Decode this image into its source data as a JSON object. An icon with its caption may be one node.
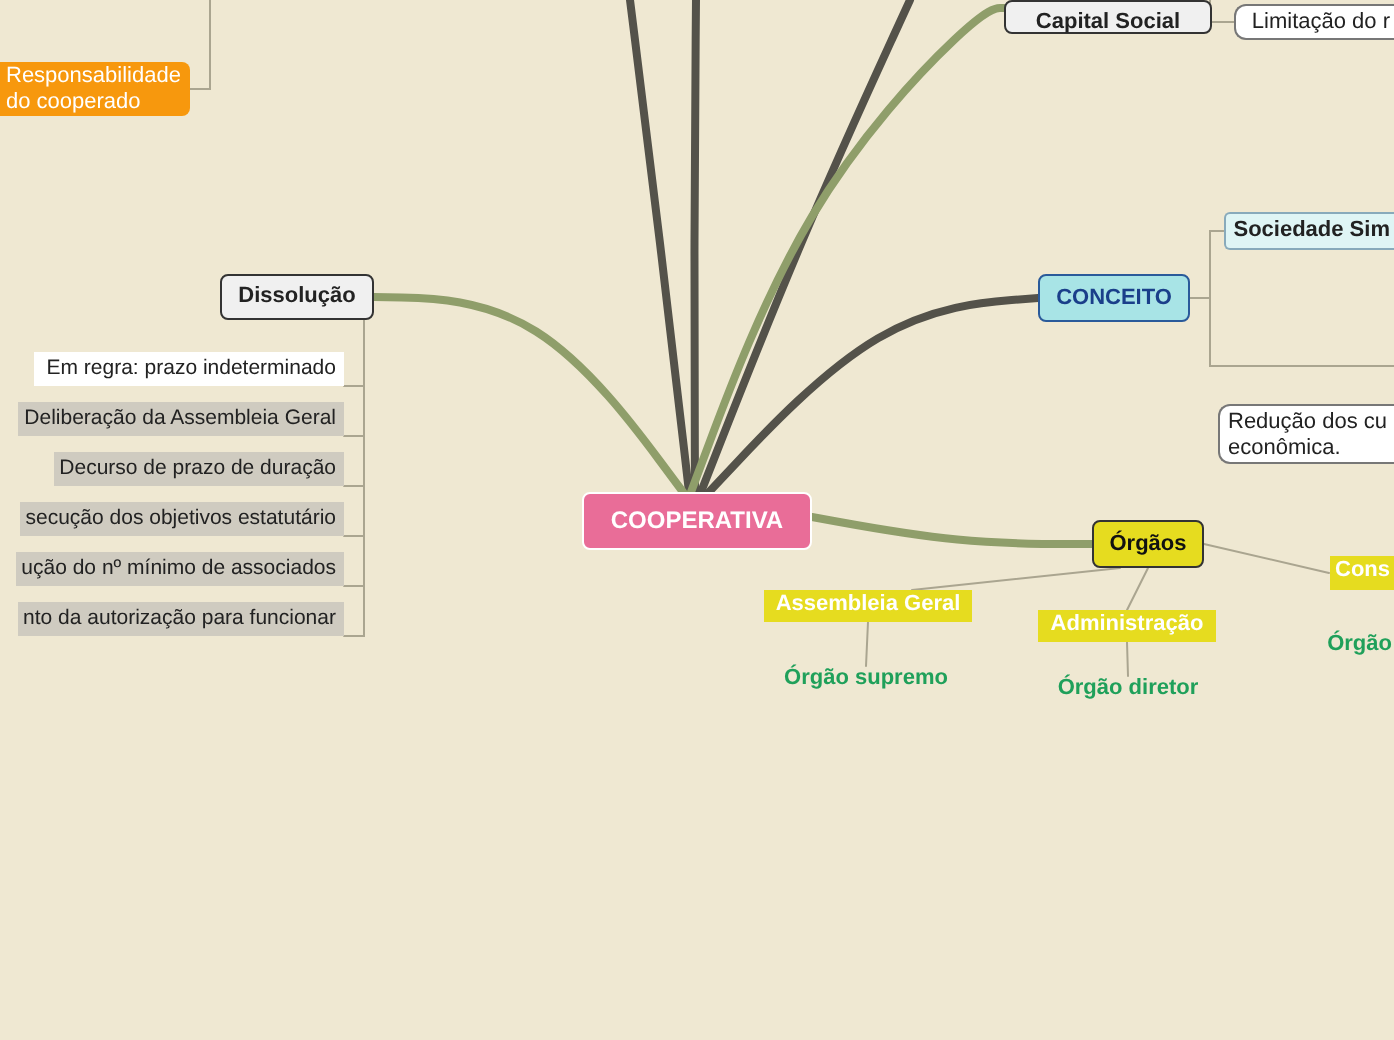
{
  "diagram": {
    "nodes": [
      {
        "text": [
          "COOPERATIVA"
        ]
      },
      {
        "text": [
          "Capital Social"
        ]
      },
      {
        "text": [
          "Limitação do r"
        ]
      },
      {
        "text": [
          "Responsabilidade do cooperado"
        ]
      },
      {
        "text": [
          "Dissolução"
        ]
      },
      {
        "text": [
          "Em regra: prazo indeterminado"
        ]
      },
      {
        "text": [
          "Deliberação da Assembleia Geral"
        ]
      },
      {
        "text": [
          "Decurso de prazo de duração"
        ]
      },
      {
        "text": [
          "secução dos objetivos estatutário"
        ]
      },
      {
        "text": [
          "ução do nº mínimo de associados"
        ]
      },
      {
        "text": [
          "nto da autorização para funcionar"
        ]
      },
      {
        "text": [
          "CONCEITO"
        ]
      },
      {
        "text": [
          "Sociedade Sim"
        ]
      },
      {
        "text": [
          "Redução dos cu econômica."
        ]
      },
      {
        "text": [
          "Órgãos"
        ]
      },
      {
        "text": [
          "Assembleia Geral"
        ]
      },
      {
        "text": [
          "Órgão supremo"
        ]
      },
      {
        "text": [
          "Administração"
        ]
      },
      {
        "text": [
          "Órgão diretor"
        ]
      },
      {
        "text": [
          "Cons"
        ]
      },
      {
        "text": [
          "Órgão"
        ]
      }
    ],
    "edges": [
      {
        "from": 0,
        "to": null,
        "arrow": "none",
        "style": "thick",
        "color": "#54524a"
      },
      {
        "from": 0,
        "to": null,
        "arrow": "none",
        "style": "thick",
        "color": "#54524a"
      },
      {
        "from": 0,
        "to": null,
        "arrow": "none",
        "style": "thick",
        "color": "#54524a"
      },
      {
        "from": 0,
        "to": 1,
        "arrow": "none",
        "style": "thick",
        "color": "#8f9e6a"
      },
      {
        "from": 0,
        "to": 4,
        "arrow": "none",
        "style": "thick",
        "color": "#8f9e6a"
      },
      {
        "from": 0,
        "to": 11,
        "arrow": "none",
        "style": "thick",
        "color": "#54524a"
      },
      {
        "from": 0,
        "to": 14,
        "arrow": "none",
        "style": "thick",
        "color": "#8f9e6a"
      },
      {
        "from": 1,
        "to": 2,
        "arrow": "none"
      },
      {
        "from": 3,
        "to": null,
        "arrow": "none"
      },
      {
        "from": 4,
        "to": 5,
        "arrow": "none"
      },
      {
        "from": 4,
        "to": 6,
        "arrow": "none"
      },
      {
        "from": 4,
        "to": 7,
        "arrow": "none"
      },
      {
        "from": 4,
        "to": 8,
        "arrow": "none"
      },
      {
        "from": 4,
        "to": 9,
        "arrow": "none"
      },
      {
        "from": 4,
        "to": 10,
        "arrow": "none"
      },
      {
        "from": 11,
        "to": 12,
        "arrow": "none"
      },
      {
        "from": 11,
        "to": null,
        "arrow": "none"
      },
      {
        "from": 14,
        "to": 15,
        "arrow": "none"
      },
      {
        "from": 14,
        "to": 17,
        "arrow": "none"
      },
      {
        "from": 14,
        "to": 19,
        "arrow": "none"
      },
      {
        "from": 15,
        "to": 16,
        "arrow": "none"
      },
      {
        "from": 17,
        "to": 18,
        "arrow": "none"
      }
    ]
  }
}
